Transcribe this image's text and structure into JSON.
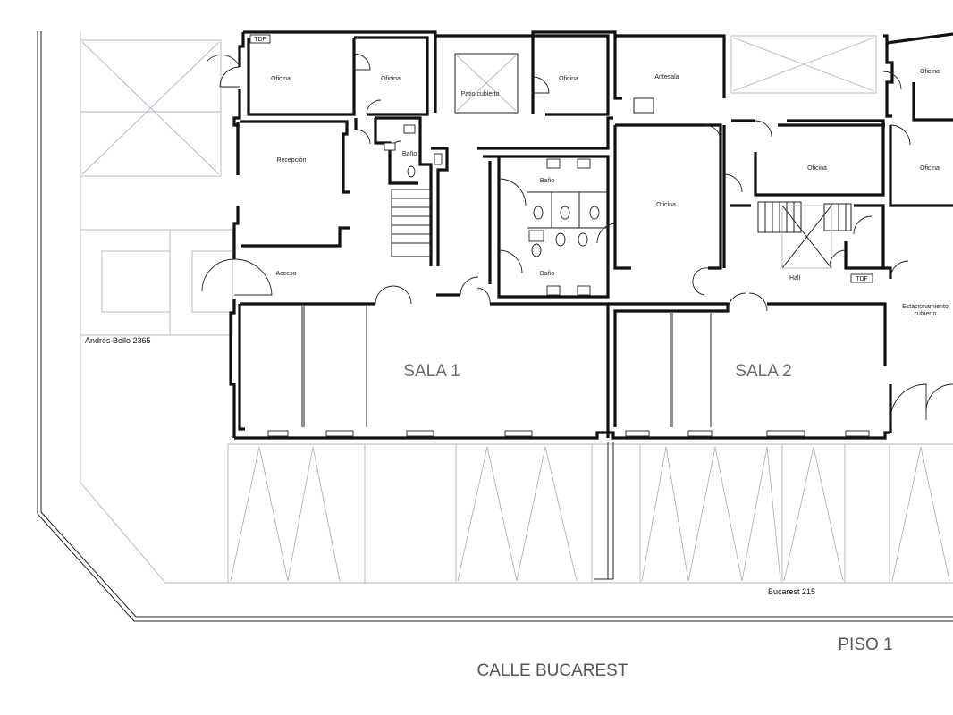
{
  "plan": {
    "floor_label": "PISO 1",
    "street_label": "CALLE BUCAREST",
    "addresses": {
      "andres_bello": "Andrés Bello 2365",
      "bucarest": "Bucarest 215"
    },
    "rooms": {
      "oficina_top_1": "Oficina",
      "oficina_top_2": "Oficina",
      "patio_cubierto": "Patio cubierto",
      "oficina_top_3": "Oficina",
      "antesala": "Antesala",
      "oficina_right_top": "Oficina",
      "oficina_right_mid": "Oficina",
      "oficina_right_mid2": "Oficina",
      "recepcion": "Recepción",
      "bano_small": "Baño",
      "bano_top": "Baño",
      "bano_bottom": "Baño",
      "oficina_center": "Oficina",
      "acceso": "Acceso",
      "hall": "Hall",
      "tdf_top": "TDF",
      "tdf_right": "TDF",
      "estacionamiento": "Estacionamiento cubierto",
      "sala1": "SALA 1",
      "sala2": "SALA 2"
    }
  }
}
